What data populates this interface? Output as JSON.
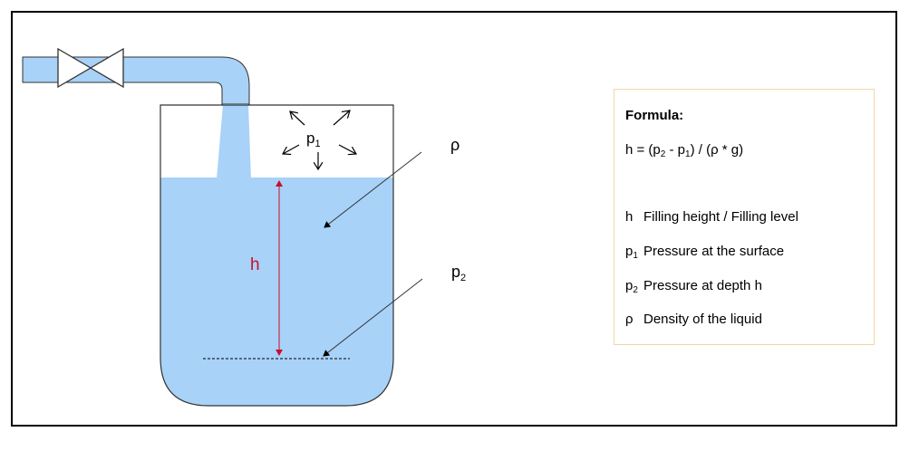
{
  "colors": {
    "liquid": "#a8d2f7",
    "outline": "#333333",
    "height_marker": "#c8102e",
    "legend_border": "#f2d7a4",
    "frame": "#000000"
  },
  "diagram": {
    "p1_base": "p",
    "p1_sub": "1",
    "rho": "ρ",
    "h": "h",
    "p2_base": "p",
    "p2_sub": "2"
  },
  "legend": {
    "title": "Formula:",
    "formula": {
      "a": "h = (p",
      "a_sub": "2",
      "b": " - p",
      "b_sub": "1",
      "c": ")  / (ρ * g)"
    },
    "items": [
      {
        "sym": "h",
        "sub": "",
        "text": "Filling height / Filling level"
      },
      {
        "sym": "p",
        "sub": "1",
        "text": "Pressure at the surface"
      },
      {
        "sym": "p",
        "sub": "2",
        "text": "Pressure at depth h"
      },
      {
        "sym": "ρ",
        "sub": "",
        "text": "Density of the liquid"
      }
    ]
  }
}
